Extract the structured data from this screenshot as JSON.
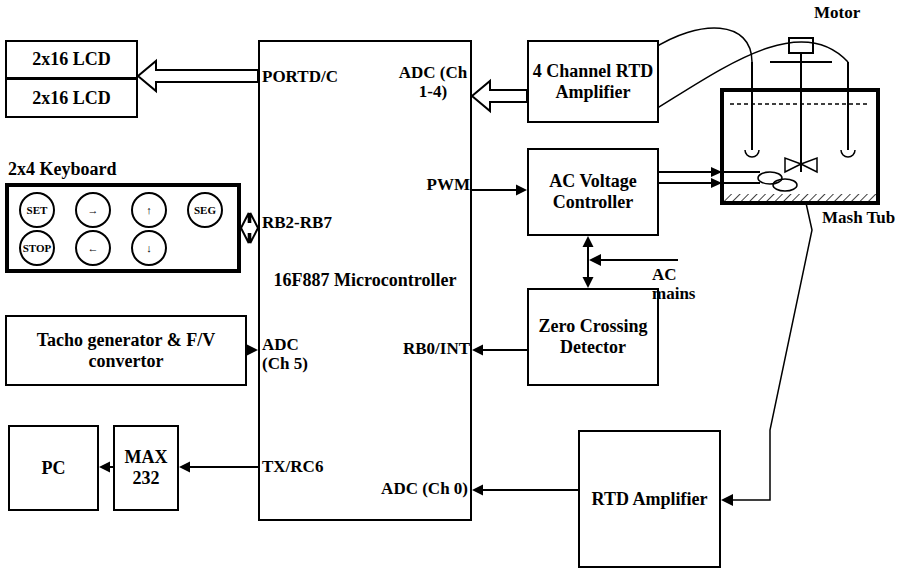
{
  "diagram": {
    "nodes": [
      {
        "text": [
          "2x16 LCD"
        ]
      },
      {
        "text": [
          "2x16 LCD"
        ]
      },
      {
        "text": [
          "16F887 Microcontroller"
        ]
      },
      {
        "text": [
          "4 Channel RTD Amplifier"
        ]
      },
      {
        "text": [
          "2x4 Keyboard"
        ]
      },
      {
        "text": [
          "SET"
        ],
        "in": 4
      },
      {
        "text": [
          "→"
        ],
        "in": 4
      },
      {
        "text": [
          "↑"
        ],
        "in": 4
      },
      {
        "text": [
          "SEG"
        ],
        "in": 4
      },
      {
        "text": [
          "STOP"
        ],
        "in": 4
      },
      {
        "text": [
          "←"
        ],
        "in": 4
      },
      {
        "text": [
          "↓"
        ],
        "in": 4
      },
      {
        "text": [
          "AC Voltage Controller"
        ]
      },
      {
        "text": [
          "Tacho generator & F/V convertor"
        ]
      },
      {
        "text": [
          "Zero Crossing Detector"
        ]
      },
      {
        "text": [
          "PC"
        ]
      },
      {
        "text": [
          "MAX 232"
        ]
      },
      {
        "text": [
          "RTD Amplifier"
        ]
      }
    ],
    "edges": [
      {
        "from": 2,
        "to": 0,
        "arrow": "to"
      },
      {
        "from": 3,
        "to": 2,
        "arrow": "to"
      },
      {
        "from": 2,
        "to": 12,
        "arrow": "to"
      },
      {
        "from": 4,
        "to": 2,
        "arrow": "both"
      },
      {
        "from": 13,
        "to": 2,
        "arrow": "to"
      },
      {
        "from": 14,
        "to": 2,
        "arrow": "to"
      },
      {
        "from": 12,
        "to": 14,
        "arrow": "both"
      },
      {
        "from": 2,
        "to": 16,
        "arrow": "to"
      },
      {
        "from": 16,
        "to": 15,
        "arrow": "to"
      },
      {
        "from": 17,
        "to": 2,
        "arrow": "to"
      }
    ],
    "labels": [
      "PORTD/C",
      "ADC (Ch 1-4)",
      "PWM",
      "RB2-RB7",
      "ADC (Ch 5)",
      "RB0/INT",
      "TX/RC6",
      "ADC (Ch 0)",
      "AC mains",
      "Motor",
      "Mash Tub"
    ]
  }
}
